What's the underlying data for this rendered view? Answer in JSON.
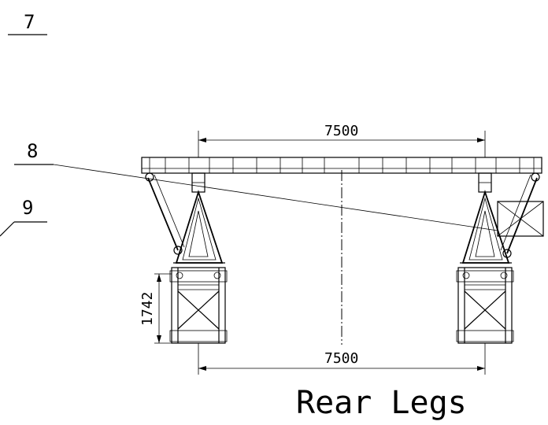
{
  "callouts": {
    "c7": "7",
    "c8": "8",
    "c9": "9"
  },
  "dimensions": {
    "top_span": "7500",
    "bottom_span": "7500",
    "height": "1742"
  },
  "title": "Rear Legs"
}
